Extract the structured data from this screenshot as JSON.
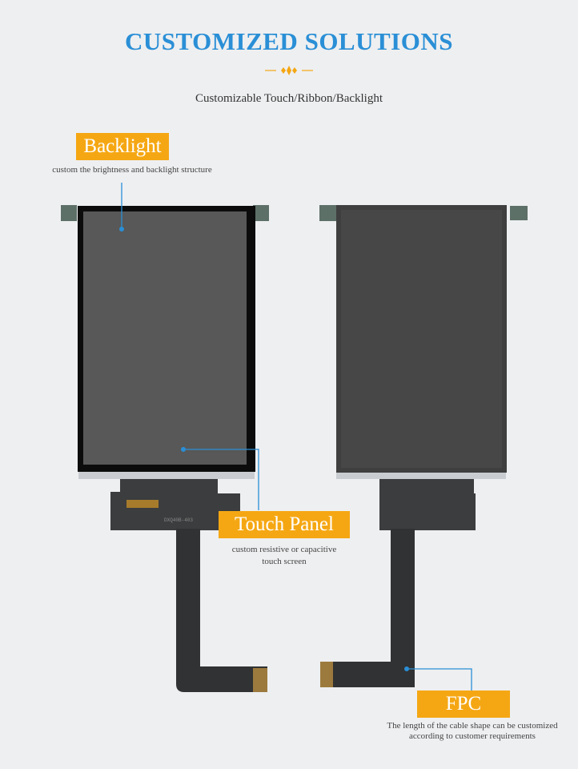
{
  "header": {
    "title": "CUSTOMIZED SOLUTIONS",
    "subtitle": "Customizable Touch/Ribbon/Backlight"
  },
  "callouts": {
    "backlight": {
      "label": "Backlight",
      "caption": "custom the brightness and backlight structure"
    },
    "touch_panel": {
      "label": "Touch Panel",
      "caption_line1": "custom resistive or capacitive",
      "caption_line2": "touch screen"
    },
    "fpc": {
      "label": "FPC",
      "caption_line1": "The length of the cable shape can be customized",
      "caption_line2": "according to customer requirements"
    }
  },
  "product": {
    "fpc_marking": "DXQ40B-403"
  },
  "colors": {
    "title": "#2a8fd6",
    "tag": "#f5a713",
    "leader": "#2a8fd6",
    "background": "#eeeff1"
  }
}
